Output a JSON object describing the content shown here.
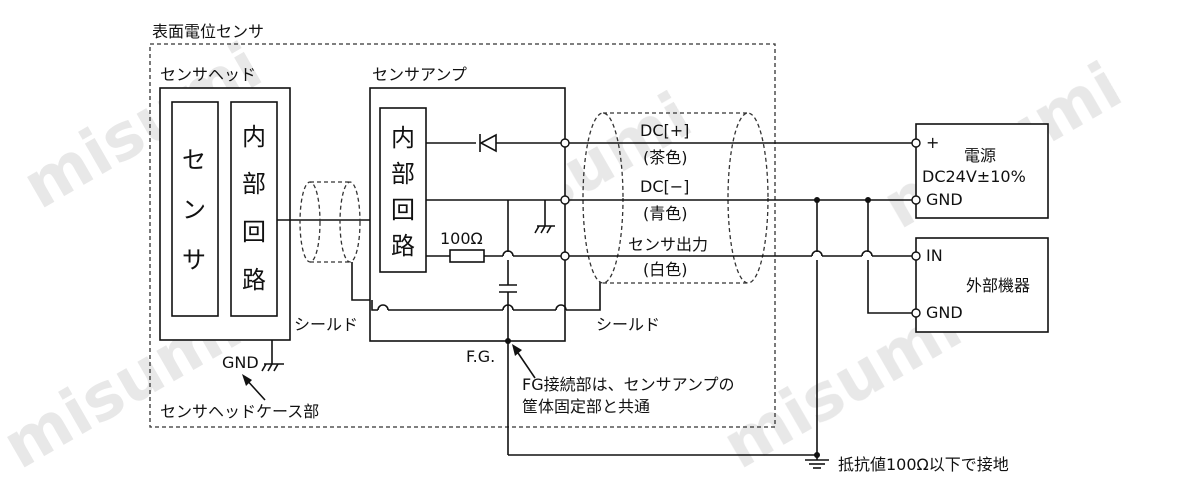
{
  "watermark": "misumi",
  "labels": {
    "surface_potential_sensor": "表面電位センサ",
    "sensor_head": "センサヘッド",
    "sensor_amp": "センサアンプ",
    "sensor_char1": "セ",
    "sensor_char2": "ン",
    "sensor_char3": "サ",
    "head_inner_1": "内",
    "head_inner_2": "部",
    "head_inner_3": "回",
    "head_inner_4": "路",
    "amp_inner_1": "内",
    "amp_inner_2": "部",
    "amp_inner_3": "回",
    "amp_inner_4": "路",
    "dc_plus": "DC[+]",
    "dc_plus_color": "(茶色)",
    "dc_minus": "DC[−]",
    "dc_minus_color": "(青色)",
    "sensor_output": "センサ出力",
    "sensor_output_color": "(白色)",
    "resistor": "100Ω",
    "shield_left": "シールド",
    "shield_right": "シールド",
    "gnd_head": "GND",
    "fg": "F.G.",
    "head_case": "センサヘッドケース部",
    "fg_note_1": "FG接続部は、センサアンプの",
    "fg_note_2": "筐体固定部と共通",
    "power_title": "電源",
    "power_spec": "DC24V±10%",
    "power_plus": "+",
    "power_gnd": "GND",
    "ext_in": "IN",
    "ext_title": "外部機器",
    "ext_gnd": "GND",
    "earth_note": "抵抗値100Ω以下で接地"
  }
}
